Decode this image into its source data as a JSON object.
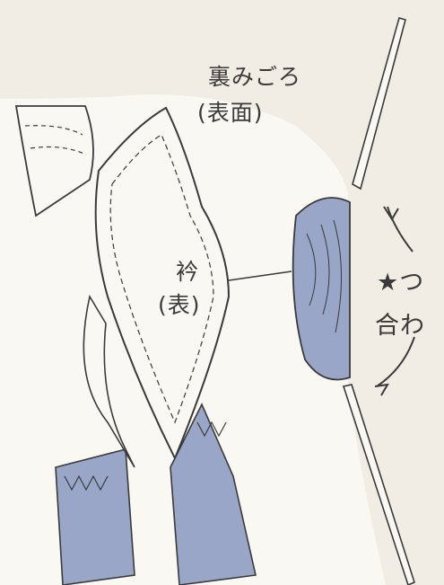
{
  "labels": {
    "back_body_line1": "裏みごろ",
    "back_body_line2": "(表面)",
    "collar_line1": "衿",
    "collar_line2": "(表)",
    "match_line1": "★つ",
    "match_line2": "合わ"
  },
  "colors": {
    "background": "#f1ece4",
    "paper": "#faf8f3",
    "fabric_blue": "#9aa6c7",
    "ink": "#3a3a3a"
  }
}
